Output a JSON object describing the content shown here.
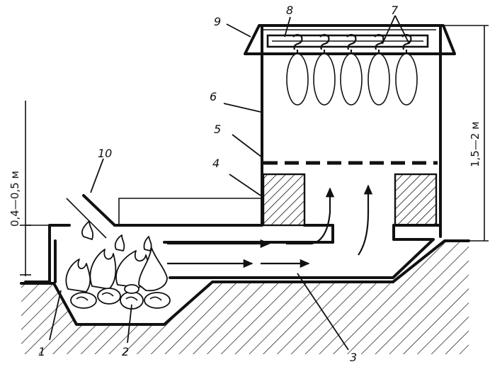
{
  "labels": {
    "l1": "1",
    "l2": "2",
    "l3": "3",
    "l4": "4",
    "l5": "5",
    "l6": "6",
    "l7": "7",
    "l8": "8",
    "l9": "9",
    "l10": "10"
  },
  "dimensions": {
    "left_height": "0,4—0,5 м",
    "right_height": "1,5—2 м"
  }
}
